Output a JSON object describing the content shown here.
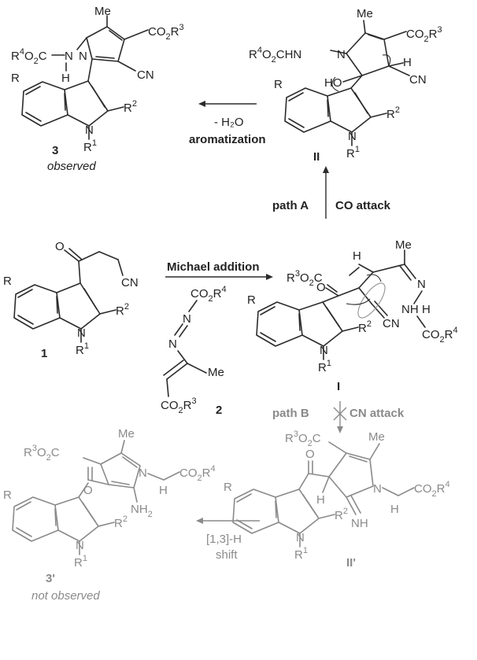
{
  "compounds": {
    "c1_number": "1",
    "c2_number": "2",
    "c3_number": "3",
    "c3_status": "observed",
    "c3p_number": "3'",
    "c3p_status": "not observed",
    "intI": "I",
    "intII": "II",
    "intIIp": "II'"
  },
  "reactions": {
    "michael": "Michael addition",
    "pathA": "path A",
    "coAttack": "CO attack",
    "pathB": "path B",
    "cnAttack": "CN attack",
    "minusWater": "- H₂O",
    "aromatization": "aromatization",
    "shift13": "[1,3]-H",
    "shiftWord": "shift"
  },
  "atoms": {
    "R": "R",
    "R1": "R",
    "R2": "R",
    "N": "N",
    "H": "H",
    "O": "O",
    "Me": "Me",
    "CN": "CN",
    "HO": "HO",
    "NH": "NH",
    "NH2": "NH",
    "CO2R3": "CO",
    "CO2R4": "CO",
    "R3O2C": "R",
    "R4O2C": "R"
  },
  "colors": {
    "ink": "#2b2b2b",
    "muted": "#8a8a8a"
  }
}
